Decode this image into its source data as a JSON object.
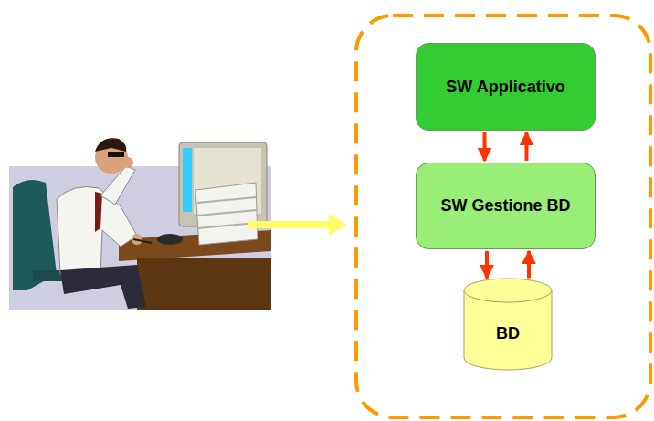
{
  "diagram": {
    "nodes": [
      {
        "text": [
          "SW Applicativo"
        ]
      },
      {
        "text": [
          "SW Gestione BD"
        ]
      },
      {
        "text": [
          "BD"
        ]
      }
    ],
    "edges": [
      {
        "from": 0,
        "to": 1,
        "arrow": "to"
      },
      {
        "from": 1,
        "to": 0,
        "arrow": "to"
      },
      {
        "from": 1,
        "to": 2,
        "arrow": "to"
      },
      {
        "from": 2,
        "to": 1,
        "arrow": "to"
      }
    ]
  }
}
